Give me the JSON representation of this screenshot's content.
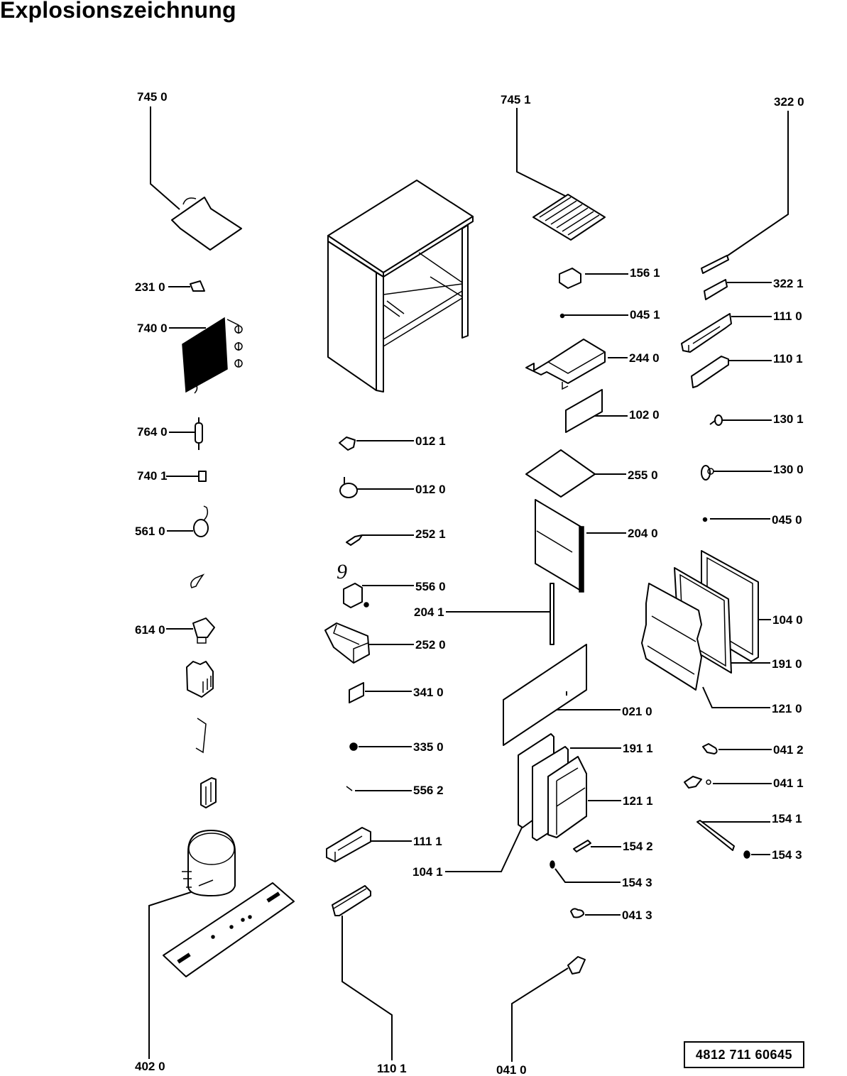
{
  "title": "Explosionszeichnung",
  "document_number": "4812 711 60645",
  "parts": {
    "p7450": "745 0",
    "p7451": "745 1",
    "p3220": "322 0",
    "p2310": "231 0",
    "p7400": "740 0",
    "p7640": "764 0",
    "p7401": "740 1",
    "p5610": "561 0",
    "p6140": "614 0",
    "p4020": "402 0",
    "p0121": "012 1",
    "p0120": "012 0",
    "p2521": "252 1",
    "p5560": "556 0",
    "p2041": "204 1",
    "p2520": "252 0",
    "p3410": "341 0",
    "p3350": "335 0",
    "p5562": "556 2",
    "p1111": "111 1",
    "p1101b": "110 1",
    "p1041": "104 1",
    "p0410": "041 0",
    "p1561": "156 1",
    "p0451": "045 1",
    "p2440": "244 0",
    "p1020": "102 0",
    "p2550": "255 0",
    "p2040": "204 0",
    "p0210": "021 0",
    "p1911": "191 1",
    "p1211": "121 1",
    "p1542": "154 2",
    "p1543a": "154 3",
    "p0413": "041 3",
    "p3221": "322 1",
    "p1110": "111 0",
    "p1101": "110 1",
    "p1301": "130 1",
    "p1300": "130 0",
    "p0450": "045 0",
    "p1040": "104 0",
    "p1910": "191 0",
    "p1210": "121 0",
    "p0412": "041 2",
    "p0411": "041 1",
    "p1541": "154 1",
    "p1543b": "154 3"
  },
  "annotation": "9"
}
